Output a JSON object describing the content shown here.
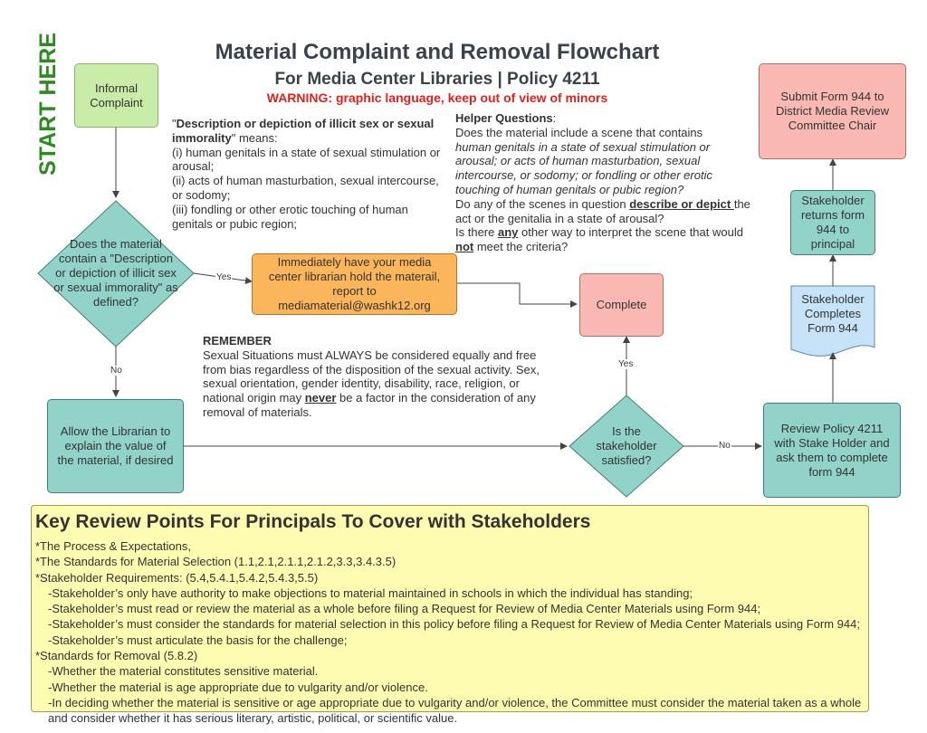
{
  "header": {
    "start_here": "START HERE",
    "title": "Material Complaint and Removal Flowchart",
    "subtitle": "For Media Center Libraries | Policy 4211",
    "warning": "WARNING: graphic language, keep out of view of minors"
  },
  "nodes": {
    "informal_complaint": "Informal Complaint",
    "decision_material": "Does the material contain a \"Description or depiction of illicit sex or sexual immorality\" as defined?",
    "hold_material": "Immediately have your media center librarian hold the materail, report to mediamaterial@washk12.org",
    "complete": "Complete",
    "allow_librarian": "Allow the Librarian to explain the value of the material, if desired",
    "decision_satisfied": "Is the stakeholder satisfied?",
    "review_policy": "Review Policy 4211 with Stake Holder and ask them to complete form 944",
    "completes_form": "Stakeholder Completes Form 944",
    "returns_form": "Stakeholder returns form 944 to principal",
    "submit_form": "Submit Form 944 to District Media Review Committee Chair"
  },
  "edge_labels": {
    "yes_hold": "Yes",
    "no_allow": "No",
    "yes_complete": "Yes",
    "no_review": "No"
  },
  "definition": {
    "open_quote": "\"",
    "term": "Description or depiction of illicit sex or sexual immorality",
    "after_term": "\" means:",
    "items": [
      "(i)   human genitals in a state of sexual stimulation or arousal;",
      "(ii)  acts of human masturbation, sexual intercourse, or sodomy;",
      "(iii) fondling or other erotic touching of human genitals or pubic region;"
    ]
  },
  "helper": {
    "heading": "Helper Questions",
    "colon": ":",
    "q1": "Does the material include a scene that contains",
    "q1_italic": "human genitals in a state of sexual stimulation or arousal; or acts of human masturbation, sexual intercourse, or sodomy; or fondling or other erotic touching of human genitals or pubic region?",
    "q2_pre": "Do any of the scenes in question ",
    "q2_emph": "describe or depict ",
    "q2_post": "the act or the genitalia in a state of arousal?",
    "q3_pre": "Is there ",
    "q3_emph1": "any",
    "q3_mid": " other way to interpret the scene that would ",
    "q3_emph2": "not",
    "q3_post": " meet the criteria?"
  },
  "remember": {
    "heading": "REMEMBER",
    "pre": "Sexual Situations must ALWAYS be considered equally and free from bias regardless of the disposition of the sexual activity.  Sex, sexual orientation, gender identity, disability, race, religion, or national origin may ",
    "emph": "never",
    "post": " be a factor in the consideration of any removal of materials."
  },
  "key_review": {
    "heading": "Key Review Points For Principals To Cover with Stakeholders",
    "lines": [
      "*The Process & Expectations,",
      "*The Standards for Material Selection (1.1,2.1,2.1.1,2.1.2,3.3,3.4.3.5)",
      "*Stakeholder Requirements: (5.4,5.4.1,5.4.2,5.4.3,5.5)",
      "-Stakeholder’s only have authority to make objections to material maintained in schools in which the individual has standing;",
      "-Stakeholder’s must read or review the material as a whole before filing a Request for Review of Media Center Materials using Form 944;",
      "-Stakeholder’s must consider the standards for material selection in this policy before filing a Request for Review of Media Center Materials using Form 944;",
      "-Stakeholder’s must articulate the basis for the challenge;",
      "*Standards for Removal (5.8.2)",
      "-Whether the material constitutes sensitive material.",
      "-Whether the material is age appropriate due to vulgarity and/or violence.",
      "-In deciding whether the material is sensitive or age appropriate due to vulgarity and/or violence, the Committee must consider the material taken as a whole and consider whether it has serious literary, artistic, political, or scientific value."
    ]
  },
  "colors": {
    "title": "#3a434d",
    "start_here": "#2e8b1f",
    "warning": "#e0211b",
    "green_node": "#c9eda9",
    "teal_node": "#91d3c8",
    "pink_node": "#f9b9b2",
    "orange_node": "#fbb55a",
    "key_box": "#fefcb1",
    "connector": "#444444"
  }
}
